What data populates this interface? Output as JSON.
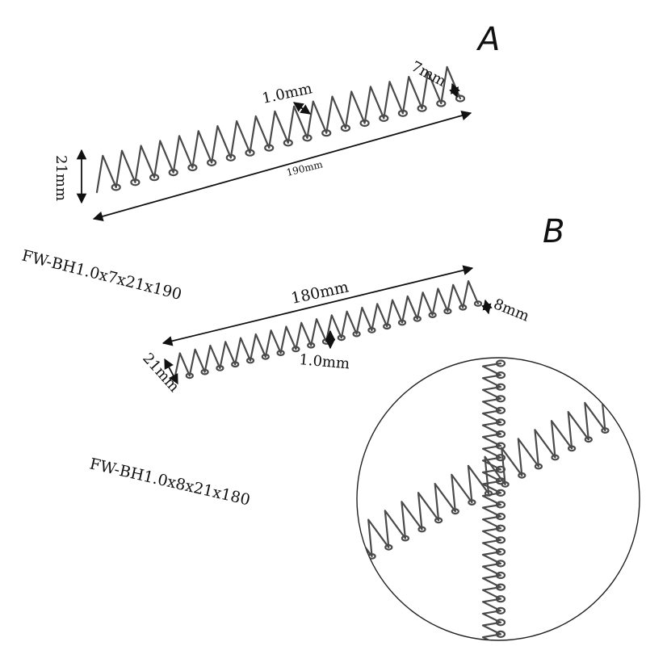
{
  "spring_a": {
    "letter": "A",
    "model": "FW-BH1.0x7x21x190",
    "wire": "1.0mm",
    "width": "7mm",
    "height": "21mm",
    "length": "190mm"
  },
  "spring_b": {
    "letter": "B",
    "model": "FW-BH1.0x8x21x180",
    "wire": "1.0mm",
    "width": "8mm",
    "height": "21mm",
    "length": "180mm"
  }
}
